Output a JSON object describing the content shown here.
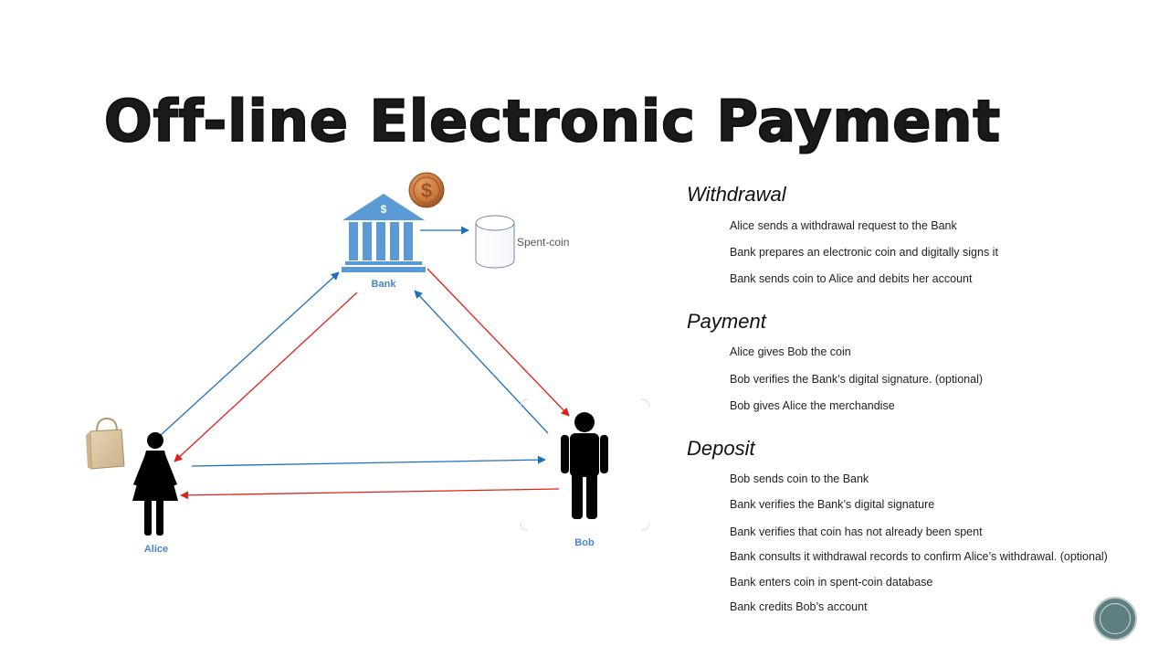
{
  "title": "Off-line Electronic Payment",
  "diagram": {
    "bank_label": "Bank",
    "bank_symbol": "$",
    "coin_symbol": "$",
    "database_label": "Spent-coin",
    "alice_label": "Alice",
    "bob_label": "Bob"
  },
  "sections": {
    "withdrawal": {
      "heading": "Withdrawal",
      "steps": [
        "Alice sends a withdrawal  request to the Bank",
        "Bank prepares an electronic coin and digitally signs it",
        "Bank sends coin to Alice and debits her account"
      ]
    },
    "payment": {
      "heading": "Payment",
      "steps": [
        "Alice gives Bob the coin",
        "Bob verifies the Bank’s digital signature. (optional)",
        "Bob gives Alice the merchandise"
      ]
    },
    "deposit": {
      "heading": "Deposit",
      "steps": [
        "Bob sends coin to the Bank",
        "Bank verifies the Bank’s digital signature",
        "Bank verifies that coin has not already been spent",
        "Bank consults it withdrawal records to confirm Alice’s withdrawal. (optional)",
        "Bank enters coin in spent-coin database",
        "Bank credits Bob’s account"
      ]
    }
  },
  "colors": {
    "blue_arrow": "#1f6fbf",
    "red_arrow": "#e0201a",
    "bank_blue": "#5b9bd5",
    "label_blue": "#4a86c5",
    "coin_copper": "#c8783a"
  }
}
